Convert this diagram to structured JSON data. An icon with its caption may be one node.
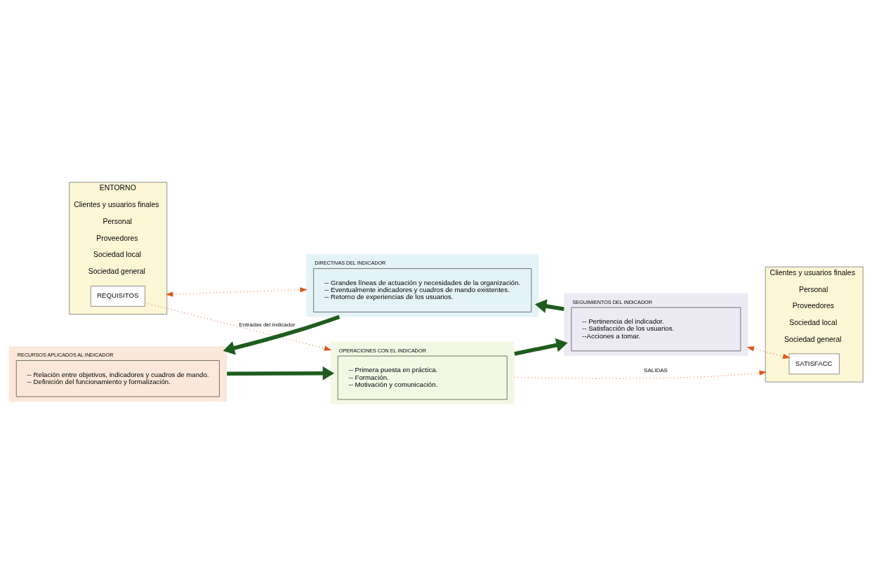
{
  "diagram": {
    "nodes": [
      {
        "text": [
          "ENTORNO",
          "Clientes y usuarios finales",
          "Personal",
          "Proveedores",
          "Sociedad local",
          "Sociedad general"
        ]
      },
      {
        "text": [
          "REQUISITOS"
        ],
        "in": 0
      },
      {
        "text": [
          "DIRECTIVAS DEL INDICADOR",
          "-- Grandes líneas de actuación y necesidades de la organización.",
          "-- Eventualmente indicadores y cuadros de mando existentes.",
          "-- Retorno de experiencias de los usuarios."
        ]
      },
      {
        "text": [
          "RECURSOS APLICADOS AL INDICADOR",
          "-- Relación entre objetivos, indicadores y cuadros de mando.",
          "-- Definición del funcionamiento y formalización."
        ]
      },
      {
        "text": [
          "SEGUIMIENTOS DEL INDICADOR",
          "-- Pertinencia del indicador.",
          "-- Satisfacción de los usuarios.",
          "--Acciones a tomar."
        ]
      },
      {
        "text": [
          "OPERACIONES CON EL INDICADOR",
          "-- Primera puesta en práctica.",
          "-- Formación.",
          "-- Motivación y comunicación."
        ]
      },
      {
        "text": [
          "Clientes y usuarios finales",
          "Personal",
          "Proveedores",
          "Sociedad local",
          "Sociedad general"
        ]
      },
      {
        "text": [
          "SATISFACC"
        ],
        "in": 6
      }
    ],
    "edges": [
      {
        "from": 0,
        "to": 2,
        "arrow": "both",
        "style": "dashed",
        "color": "#e0561b"
      },
      {
        "from": 2,
        "to": 3,
        "arrow": "to",
        "style": "thick",
        "color": "#1e5c1e"
      },
      {
        "from": 4,
        "to": 2,
        "arrow": "to",
        "style": "thick",
        "color": "#1e5c1e"
      },
      {
        "from": 4,
        "to": 7,
        "arrow": "both",
        "style": "dashed",
        "color": "#e0561b"
      },
      {
        "from": 3,
        "to": 5,
        "arrow": "to",
        "style": "thick",
        "color": "#1e5c1e"
      },
      {
        "from": 1,
        "to": 5,
        "arrow": "to",
        "label": "Entradas del indicador",
        "style": "dashed",
        "color": "#e0561b"
      },
      {
        "from": 5,
        "to": 4,
        "arrow": "to",
        "style": "thick",
        "color": "#1e5c1e"
      },
      {
        "from": 5,
        "to": 6,
        "arrow": "to",
        "label": "SALIDAS",
        "style": "dashed",
        "color": "#e0561b"
      }
    ]
  }
}
